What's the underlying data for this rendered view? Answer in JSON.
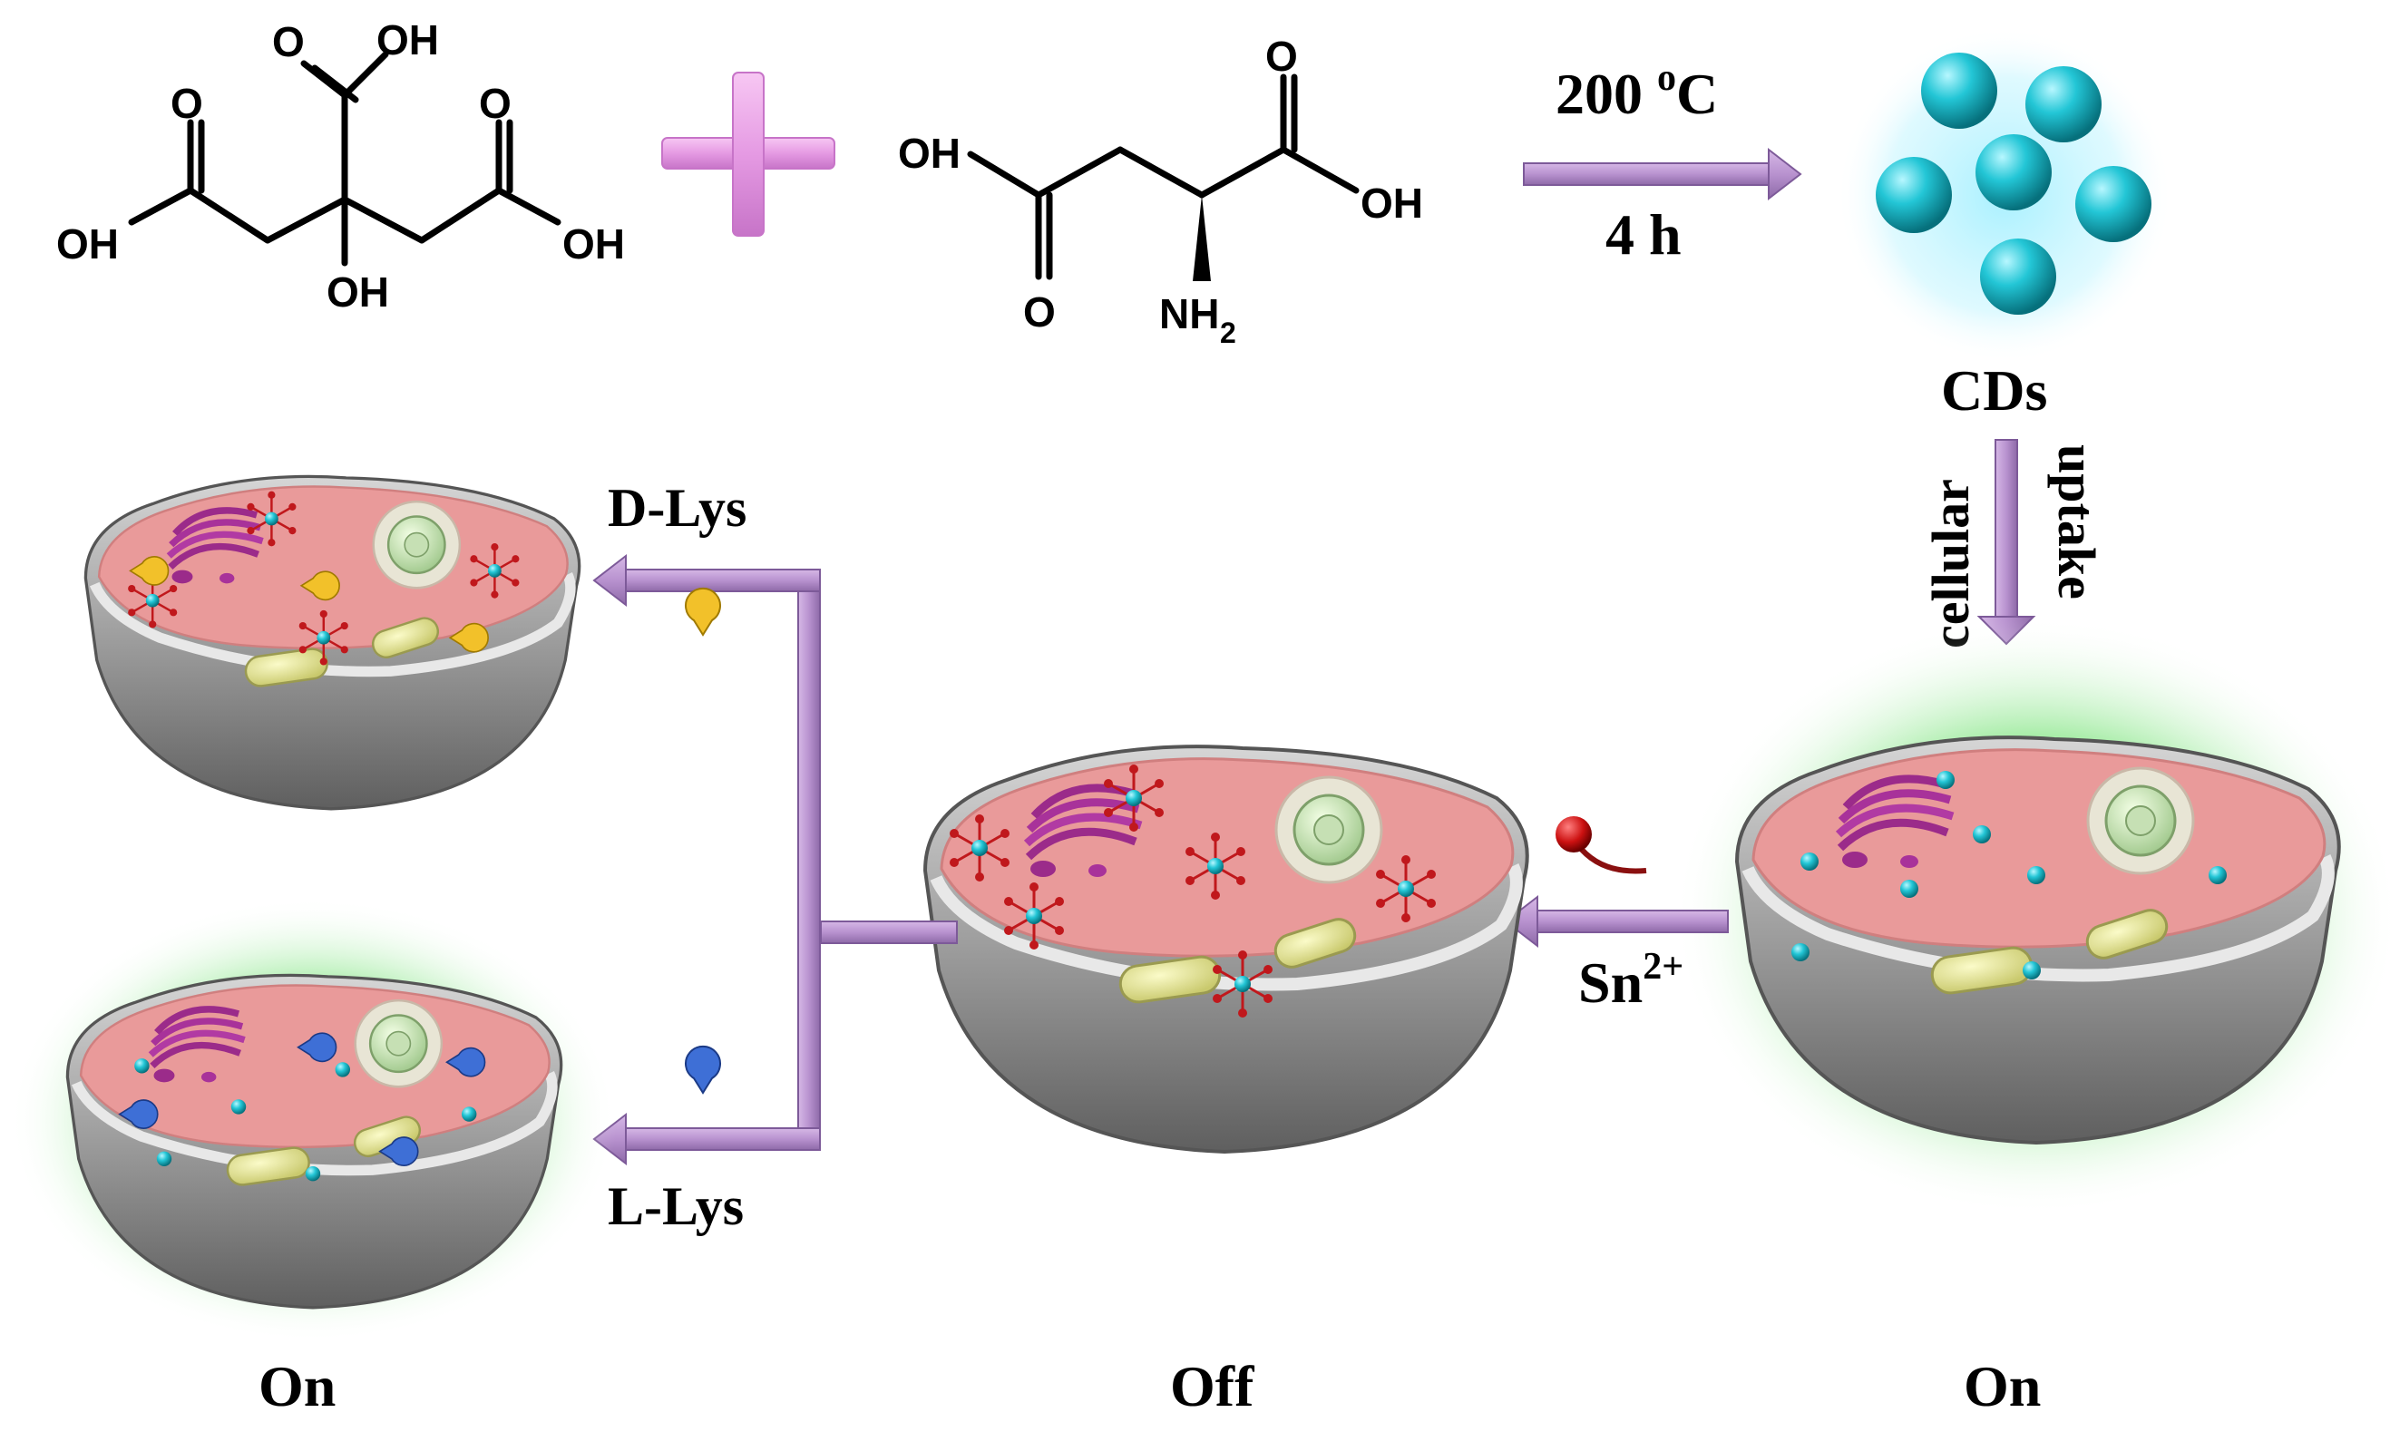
{
  "reagents": {
    "citric_acid": {
      "atoms": [
        "OH",
        "O",
        "O",
        "O",
        "OH",
        "OH",
        "OH"
      ]
    },
    "plus_sign": "plus",
    "aspartic_acid": {
      "atoms": [
        "O",
        "OH",
        "OH",
        "O",
        "NH",
        "2"
      ]
    }
  },
  "reaction": {
    "temperature": "200 ",
    "temperature_sup": "o",
    "temperature_unit": "C",
    "time": "4 h"
  },
  "product": "CDs",
  "uptake": {
    "line1": "cellular",
    "line2": "uptake"
  },
  "ion": {
    "base": "Sn",
    "charge": "2+"
  },
  "branches": {
    "top": "D-Lys",
    "bottom": "L-Lys"
  },
  "states": {
    "left": "On",
    "middle": "Off",
    "right": "On"
  },
  "colors": {
    "arrow": "#b892cf",
    "arrow_dark": "#7d5a99",
    "glow": "#3fd63f",
    "cytoplasm": "#e99a9a",
    "shell": "#8f8f8f",
    "cd_dot": "#2ec5d3",
    "sn_red": "#cc1111"
  }
}
